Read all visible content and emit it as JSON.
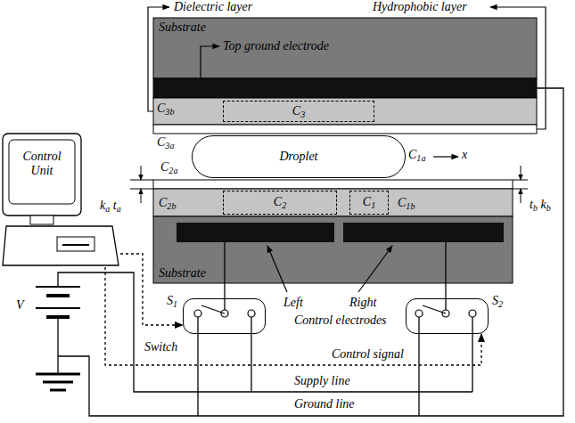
{
  "diagram": {
    "nodes": [
      {
        "text": [
          "Substrate"
        ]
      },
      {
        "text": [
          "C3"
        ]
      },
      {
        "text": [
          "Droplet"
        ]
      },
      {
        "text": [
          "C2"
        ]
      },
      {
        "text": [
          "C1"
        ]
      },
      {
        "text": [
          "Substrate"
        ]
      },
      {
        "text": [
          "Control Unit"
        ]
      },
      {
        "text": [
          "S1"
        ]
      },
      {
        "text": [
          "S2"
        ]
      }
    ],
    "edges": [
      {
        "from": 6,
        "to": 7,
        "arrow": "to"
      },
      {
        "from": 6,
        "to": 8,
        "arrow": "to"
      }
    ],
    "labels": [
      "Dielectric layer",
      "Hydrophobic layer",
      "Top ground electrode",
      "C3b",
      "C3a",
      "C2a",
      "C1a",
      "x",
      "ka ta",
      "tb kb",
      "C2b",
      "C1b",
      "Left",
      "Right",
      "Control electrodes",
      "V",
      "Switch",
      "Control signal",
      "Supply line",
      "Ground line"
    ]
  }
}
